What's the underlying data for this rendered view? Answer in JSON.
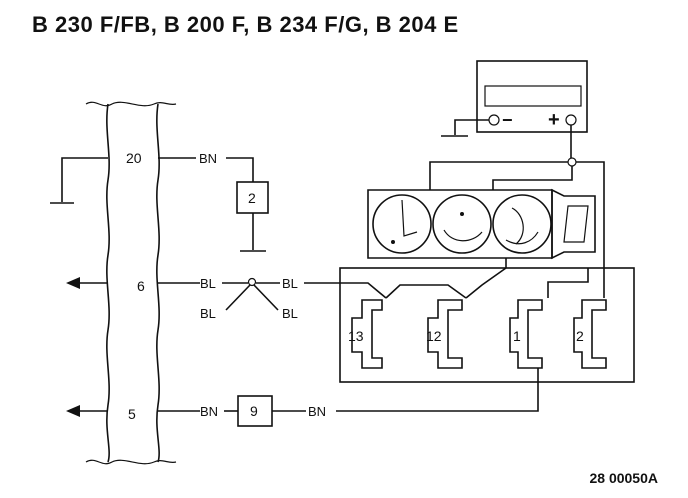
{
  "title": "B 230 F/FB, B 200 F, B 234 F/G, B 204 E",
  "code": "28 00050A",
  "pins": {
    "p20": "20",
    "p6": "6",
    "p5": "5"
  },
  "wire_colors": {
    "bn": "BN",
    "bl": "BL"
  },
  "components": {
    "c2": "2",
    "c9": "9"
  },
  "connectors": {
    "k13": "13",
    "k12": "12",
    "k1": "1",
    "k2": "2"
  },
  "battery": {
    "minus": "−",
    "plus": "+"
  }
}
